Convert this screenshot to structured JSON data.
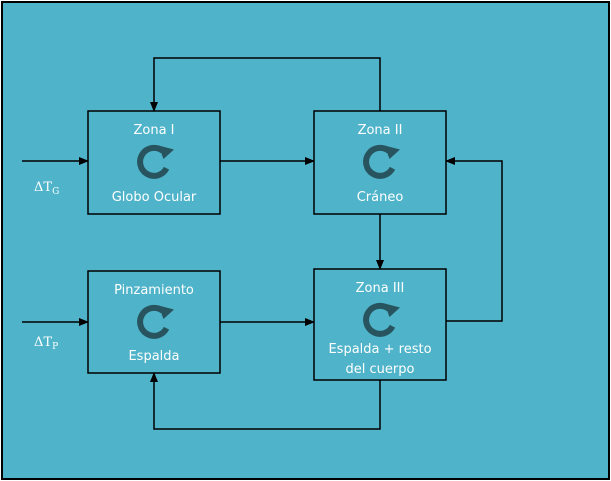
{
  "colors": {
    "background": "#4fb3c9",
    "box_fill": "#4fb3c9",
    "stroke": "#000000",
    "text": "#ffffff",
    "cycle_icon": "#27545f"
  },
  "zones": {
    "zona1": {
      "title": "Zona I",
      "subtitle": "Globo Ocular",
      "icon": "cycle-arrow-icon"
    },
    "zona2": {
      "title": "Zona II",
      "subtitle": "Cráneo",
      "icon": "cycle-arrow-icon"
    },
    "pinzamiento": {
      "title": "Pinzamiento",
      "subtitle": "Espalda",
      "icon": "cycle-arrow-icon"
    },
    "zona3": {
      "title": "Zona III",
      "subtitle_line1": "Espalda + resto",
      "subtitle_line2": "del cuerpo",
      "icon": "cycle-arrow-icon"
    }
  },
  "inputs": {
    "tg": {
      "symbol": "ΔT",
      "sub": "G"
    },
    "tp": {
      "symbol": "ΔT",
      "sub": "P"
    }
  }
}
